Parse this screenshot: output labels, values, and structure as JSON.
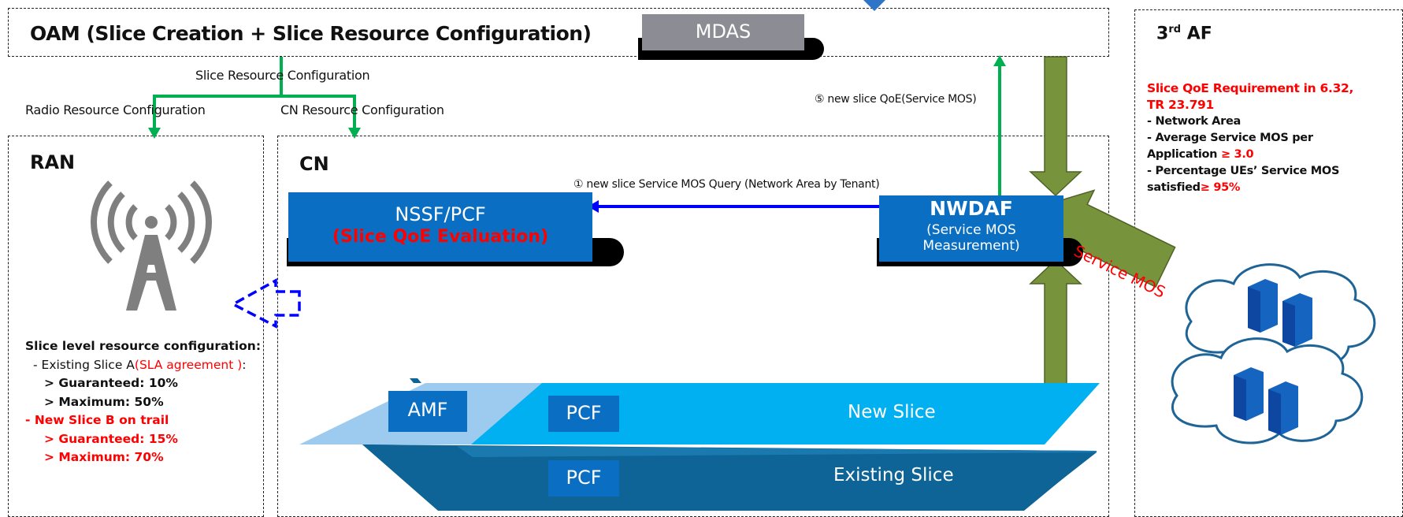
{
  "oam": {
    "title": "OAM (Slice Creation + Slice Resource Configuration)",
    "mdas_label": "MDAS"
  },
  "arrows": {
    "slice_resource": "Slice Resource Configuration",
    "radio_resource": "Radio Resource Configuration",
    "cn_resource": "CN Resource Configuration",
    "step5": "⑤ new slice QoE(Service MOS)",
    "step1": "① new slice Service MOS Query (Network Area by Tenant)",
    "service_mos": "Service MOS"
  },
  "ran": {
    "title": "RAN",
    "config_title": "Slice level resource configuration:",
    "existing_prefix": "- Existing Slice A",
    "existing_sla": "(SLA agreement )",
    "existing_suffix": ":",
    "existing_guaranteed": "> Guaranteed:   10%",
    "existing_maximum": "> Maximum:     50%",
    "new_slice": "-  New Slice B on trail",
    "new_guaranteed": "> Guaranteed:  15%",
    "new_maximum": "> Maximum:     70%"
  },
  "cn": {
    "title": "CN",
    "nssf_label": "NSSF/PCF",
    "nssf_sub": "(Slice QoE Evaluation)",
    "nwdaf_label": "NWDAF",
    "nwdaf_sub1": "(Service MOS",
    "nwdaf_sub2": "Measurement)",
    "amf_label": "AMF",
    "pcf_new_label": "PCF",
    "pcf_existing_label": "PCF",
    "new_slice_label": "New Slice",
    "existing_slice_label": "Existing Slice"
  },
  "af": {
    "title_main": "3",
    "title_sup": "rd",
    "title_end": " AF",
    "req_line1": "Slice QoE Requirement  in 6.32,",
    "req_line2": "TR 23.791",
    "item1": "-  Network Area",
    "item2": "-  Average Service MOS per",
    "item3_prefix": "Application  ",
    "item3_value": "≥ 3.0",
    "item4": "-  Percentage UEs’ Service MOS",
    "item5_prefix": "satisfied",
    "item5_value": "≥ 95%"
  },
  "colors": {
    "blue_box": "#0a6fc2",
    "green_arrow": "#00b050",
    "olive_arrow": "#77933c",
    "query_arrow": "#0000ff",
    "slice_light": "#00b0f0",
    "slice_dark": "#0e6496",
    "red_text": "#ff0000"
  }
}
